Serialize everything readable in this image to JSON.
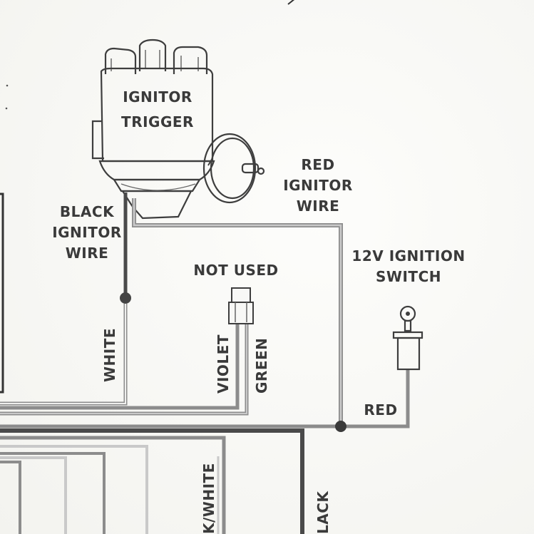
{
  "labels": {
    "ignitor_trigger": [
      "IGNITOR",
      "TRIGGER"
    ],
    "red_ignitor_wire": [
      "RED",
      "IGNITOR",
      "WIRE"
    ],
    "black_ignitor_wire": [
      "BLACK",
      "IGNITOR",
      "WIRE"
    ],
    "not_used": "NOT USED",
    "ignition_switch": [
      "12V IGNITION",
      "SWITCH"
    ],
    "white": "WHITE",
    "violet": "VIOLET",
    "green": "GREEN",
    "red": "RED",
    "k_white": "K/WHITE",
    "lack": "LACK"
  },
  "colors": {
    "ink": "#3a3a3a",
    "paper": "#fbfbf8",
    "wire_gray": "#8c8c8c",
    "wire_light": "#c9c9c9"
  }
}
